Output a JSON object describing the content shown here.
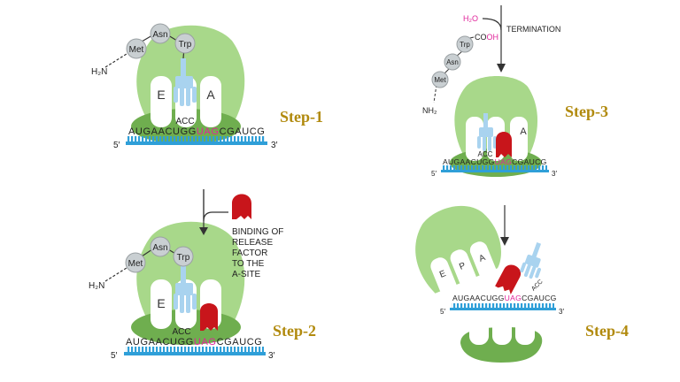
{
  "colors": {
    "ribosome_large": "#a8d88a",
    "ribosome_small": "#6fae4f",
    "mrna": "#2f9fd8",
    "trna": "#a9d3ef",
    "release_factor": "#c8151b",
    "amino_acid": "#c9cfd2",
    "highlight": "#e0249a",
    "step_label": "#b18a0e"
  },
  "step1": {
    "label": "Step-1",
    "aa": [
      "Met",
      "Asn",
      "Trp"
    ],
    "nh2": "H₂N",
    "site_e": "E",
    "site_a": "A",
    "anticodon": "ACC",
    "seq_pre": "AUGAACUGG",
    "seq_stop": "UAG",
    "seq_post": "CGAUCG",
    "five": "5′",
    "three": "3′"
  },
  "step2": {
    "label": "Step-2",
    "aa": [
      "Met",
      "Asn",
      "Trp"
    ],
    "nh2": "H₂N",
    "site_e": "E",
    "anticodon": "ACC",
    "seq_pre": "AUGAACUGG",
    "seq_stop": "UAG",
    "seq_post": "CGAUCG",
    "five": "5′",
    "three": "3′",
    "binding_text": [
      "BINDING OF",
      "RELEASE",
      "FACTOR",
      "TO THE",
      "A-SITE"
    ]
  },
  "step3": {
    "label": "Step-3",
    "water": "H₂O",
    "termination": "TERMINATION",
    "cooh_co": "CO",
    "cooh_oh": "OH",
    "aa": [
      "Trp",
      "Asn",
      "Met"
    ],
    "nh2": "NH₂",
    "site_a": "A",
    "anticodon": "ACC",
    "seq_pre": "AUGAACUGG",
    "seq_stop": "UAG",
    "seq_post": "CGAUCG",
    "five": "5′",
    "three": "3′"
  },
  "step4": {
    "label": "Step-4",
    "sites": [
      "E",
      "P",
      "A"
    ],
    "anticodon": "ACC",
    "seq_pre": "AUGAACUGG",
    "seq_stop": "UAG",
    "seq_post": "CGAUCG",
    "five": "5′",
    "three": "3′"
  }
}
